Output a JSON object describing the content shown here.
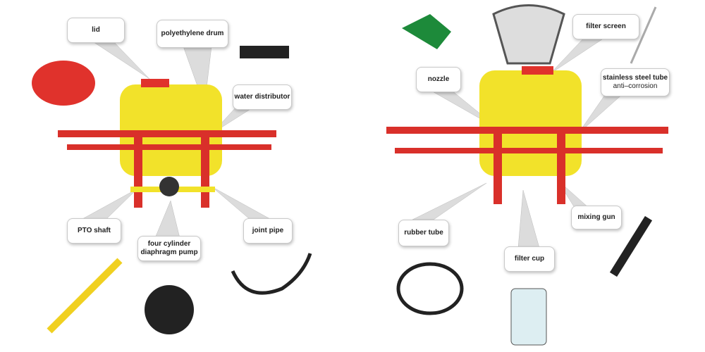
{
  "left_sprayer": {
    "labels": {
      "lid": "lid",
      "drum": "polyethylene drum",
      "distributor": "water distributor",
      "pto": "PTO  shaft",
      "pump_line1": "four cylinder",
      "pump_line2": "diaphragm pump",
      "joint_pipe": "joint pipe"
    }
  },
  "right_sprayer": {
    "labels": {
      "filter_screen": "filter screen",
      "nozzle": "nozzle",
      "steel_tube": "stainless steel tube",
      "steel_tube_sub": "anti–corrosion",
      "mixing_gun": "mixing gun",
      "rubber_tube": "rubber tube",
      "filter_cup": "filter cup"
    }
  },
  "colors": {
    "tank": "#f2e22a",
    "frame": "#d9302a",
    "callout": "#d8d8d8"
  }
}
